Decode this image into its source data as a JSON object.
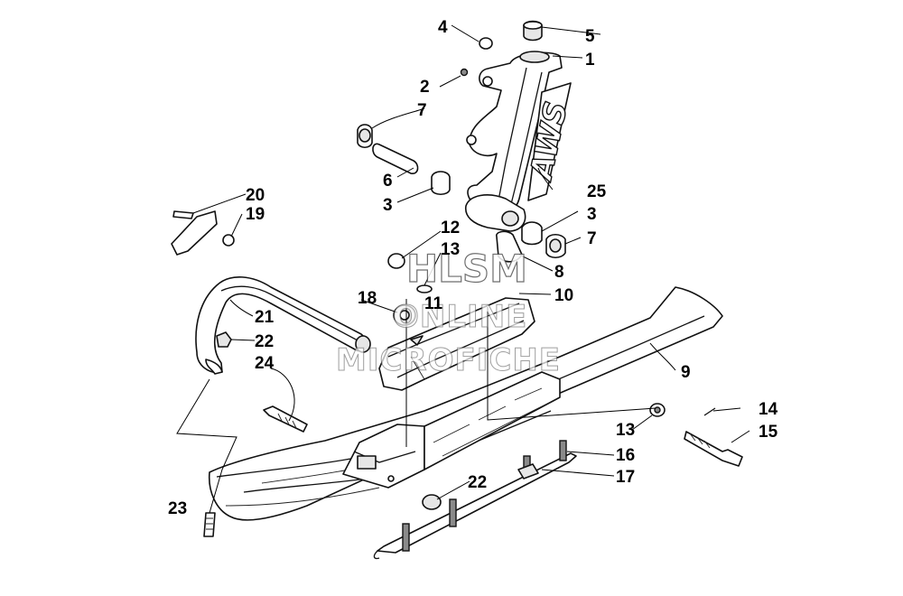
{
  "diagram": {
    "callouts": [
      {
        "id": "c1",
        "label": "1"
      },
      {
        "id": "c2",
        "label": "2"
      },
      {
        "id": "c3a",
        "label": "3"
      },
      {
        "id": "c3b",
        "label": "3"
      },
      {
        "id": "c4",
        "label": "4"
      },
      {
        "id": "c5",
        "label": "5"
      },
      {
        "id": "c6",
        "label": "6"
      },
      {
        "id": "c7a",
        "label": "7"
      },
      {
        "id": "c7b",
        "label": "7"
      },
      {
        "id": "c8",
        "label": "8"
      },
      {
        "id": "c9",
        "label": "9"
      },
      {
        "id": "c10",
        "label": "10"
      },
      {
        "id": "c11",
        "label": "11"
      },
      {
        "id": "c12",
        "label": "12"
      },
      {
        "id": "c13a",
        "label": "13"
      },
      {
        "id": "c13b",
        "label": "13"
      },
      {
        "id": "c14",
        "label": "14"
      },
      {
        "id": "c15",
        "label": "15"
      },
      {
        "id": "c16",
        "label": "16"
      },
      {
        "id": "c17",
        "label": "17"
      },
      {
        "id": "c18",
        "label": "18"
      },
      {
        "id": "c19",
        "label": "19"
      },
      {
        "id": "c20",
        "label": "20"
      },
      {
        "id": "c21",
        "label": "21"
      },
      {
        "id": "c22a",
        "label": "22"
      },
      {
        "id": "c22b",
        "label": "22"
      },
      {
        "id": "c23",
        "label": "23"
      },
      {
        "id": "c24",
        "label": "24"
      },
      {
        "id": "c25",
        "label": "25"
      }
    ],
    "decal_text": "AWS",
    "watermark": {
      "line1": "HLSM",
      "line2": "ONLINE",
      "line3": "MICROFICHE"
    }
  }
}
